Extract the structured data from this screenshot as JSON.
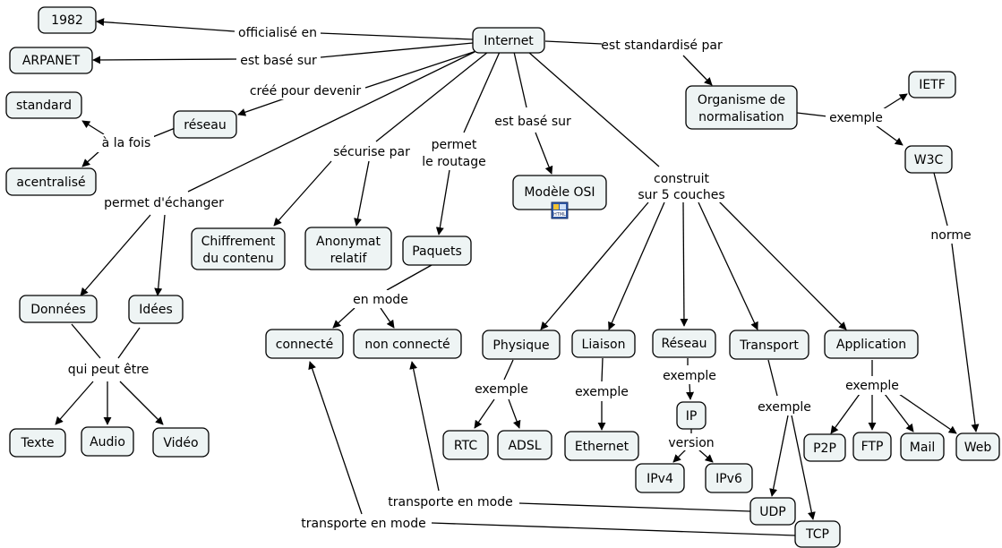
{
  "concepts": {
    "internet": "Internet",
    "y1982": "1982",
    "arpanet": "ARPANET",
    "standard": "standard",
    "reseau": "réseau",
    "acentralise": "acentralisé",
    "organisme": [
      "Organisme de",
      "normalisation"
    ],
    "ietf": "IETF",
    "w3c": "W3C",
    "modele_osi": "Modèle OSI",
    "chiffrement": [
      "Chiffrement",
      "du contenu"
    ],
    "anonymat": [
      "Anonymat",
      "relatif"
    ],
    "paquets": "Paquets",
    "donnees": "Données",
    "idees": "Idées",
    "connecte": "connecté",
    "non_connecte": "non connecté",
    "physique": "Physique",
    "liaison": "Liaison",
    "reseau_couche": "Réseau",
    "transport": "Transport",
    "application": "Application",
    "texte": "Texte",
    "audio": "Audio",
    "video": "Vidéo",
    "rtc": "RTC",
    "adsl": "ADSL",
    "ethernet": "Ethernet",
    "ip": "IP",
    "ipv4": "IPv4",
    "ipv6": "IPv6",
    "p2p": "P2P",
    "ftp": "FTP",
    "mail": "Mail",
    "web": "Web",
    "udp": "UDP",
    "tcp": "TCP"
  },
  "linking_phrases": {
    "officialise_en": "officialisé en",
    "est_base_sur_1": "est basé sur",
    "cree_pour_devenir": "créé pour devenir",
    "a_la_fois": "à la fois",
    "est_standardise_par": "est standardisé par",
    "exemple_org": "exemple",
    "norme": "norme",
    "est_base_sur_2": "est basé sur",
    "permet_echanger": "permet d'échanger",
    "securise_par": "sécurise par",
    "permet_routage": [
      "permet",
      "le routage"
    ],
    "construit": [
      "construit",
      "sur 5 couches"
    ],
    "en_mode": "en mode",
    "qui_peut_etre": "qui peut être",
    "exemple_physique": "exemple",
    "exemple_liaison": "exemple",
    "exemple_reseau": "exemple",
    "exemple_transport": "exemple",
    "exemple_application": "exemple",
    "version": "version",
    "transporte_udp": "transporte en mode",
    "transporte_tcp": "transporte en mode"
  },
  "icons": {
    "osi_resource": "html-document-icon"
  }
}
